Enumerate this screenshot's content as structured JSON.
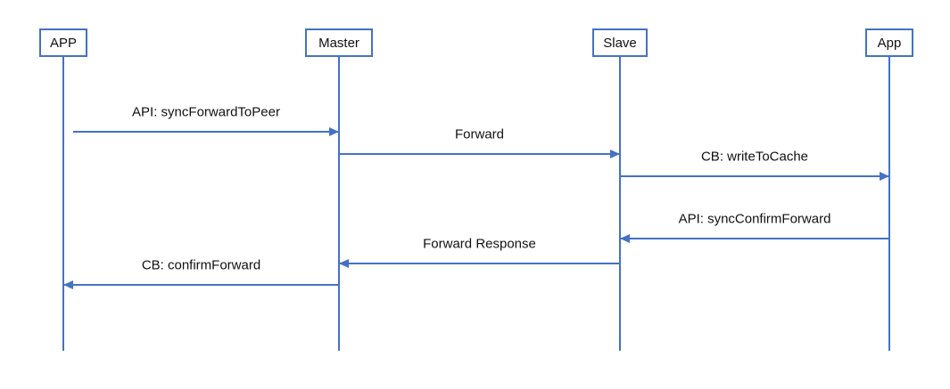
{
  "diagram": {
    "type": "sequence-diagram",
    "colors": {
      "accent": "#4472C4",
      "text": "#111111",
      "background": "#ffffff"
    },
    "actors": [
      {
        "name": "APP"
      },
      {
        "name": "Master"
      },
      {
        "name": "Slave"
      },
      {
        "name": "App"
      }
    ],
    "messages": [
      {
        "label": "API: syncForwardToPeer",
        "from": "APP",
        "to": "Master",
        "direction": "right"
      },
      {
        "label": "Forward",
        "from": "Master",
        "to": "Slave",
        "direction": "right"
      },
      {
        "label": "CB: writeToCache",
        "from": "Slave",
        "to": "App",
        "direction": "right"
      },
      {
        "label": "API: syncConfirmForward",
        "from": "App",
        "to": "Slave",
        "direction": "left"
      },
      {
        "label": "Forward Response",
        "from": "Slave",
        "to": "Master",
        "direction": "left"
      },
      {
        "label": "CB: confirmForward",
        "from": "Master",
        "to": "APP",
        "direction": "left"
      }
    ]
  }
}
